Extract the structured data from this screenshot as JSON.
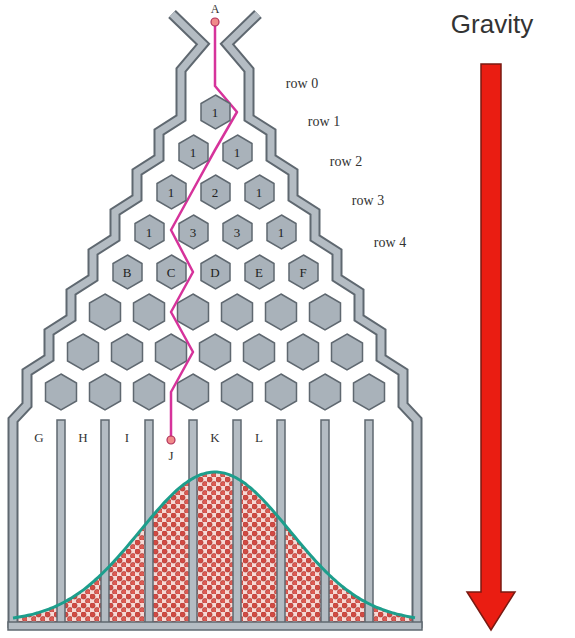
{
  "diagram": {
    "nodes": [
      {
        "text": [
          "1"
        ]
      },
      {
        "text": [
          "1"
        ]
      },
      {
        "text": [
          "1"
        ]
      },
      {
        "text": [
          "1"
        ]
      },
      {
        "text": [
          "2"
        ]
      },
      {
        "text": [
          "1"
        ]
      },
      {
        "text": [
          "1"
        ]
      },
      {
        "text": [
          "3"
        ]
      },
      {
        "text": [
          "3"
        ]
      },
      {
        "text": [
          "1"
        ]
      },
      {
        "text": [
          "B"
        ]
      },
      {
        "text": [
          "C"
        ]
      },
      {
        "text": [
          "D"
        ]
      },
      {
        "text": [
          "E"
        ]
      },
      {
        "text": [
          "F"
        ]
      }
    ],
    "labels": [
      "Gravity",
      "A",
      "row 0",
      "row 1",
      "row 2",
      "row 3",
      "row 4",
      "G",
      "H",
      "I",
      "J",
      "K",
      "L"
    ]
  }
}
